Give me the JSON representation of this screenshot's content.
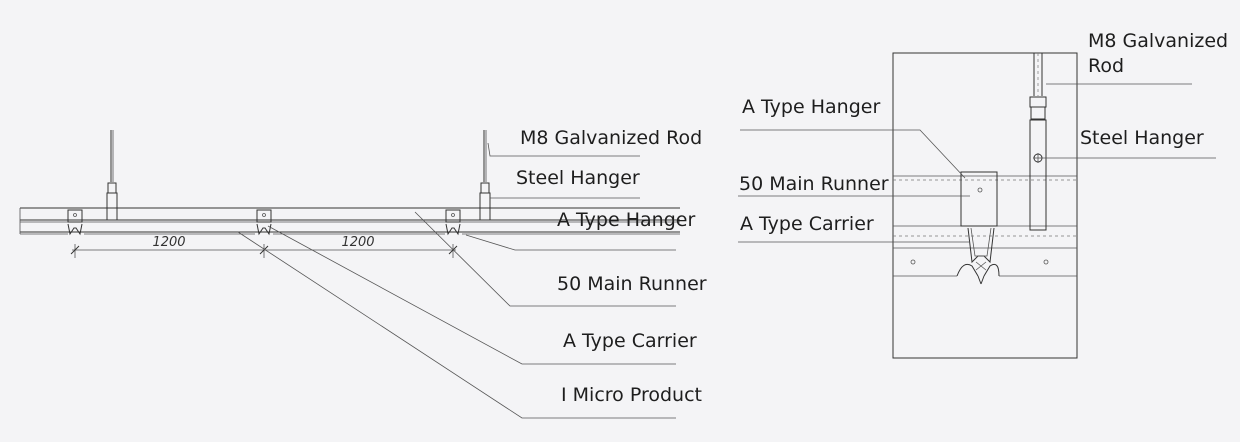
{
  "left_view": {
    "dimension_1": "1200",
    "dimension_2": "1200",
    "labels": {
      "rod": "M8 Galvanized Rod",
      "steel_hanger": "Steel Hanger",
      "a_type_hanger": "A Type Hanger",
      "main_runner": "50 Main Runner",
      "a_type_carrier": "A Type Carrier",
      "micro_product": "I Micro Product"
    }
  },
  "right_view": {
    "labels": {
      "rod_line1": "M8 Galvanized",
      "rod_line2": "Rod",
      "a_type_hanger": "A Type Hanger",
      "steel_hanger": "Steel Hanger",
      "main_runner": "50 Main Runner",
      "a_type_carrier": "A Type Carrier"
    }
  }
}
